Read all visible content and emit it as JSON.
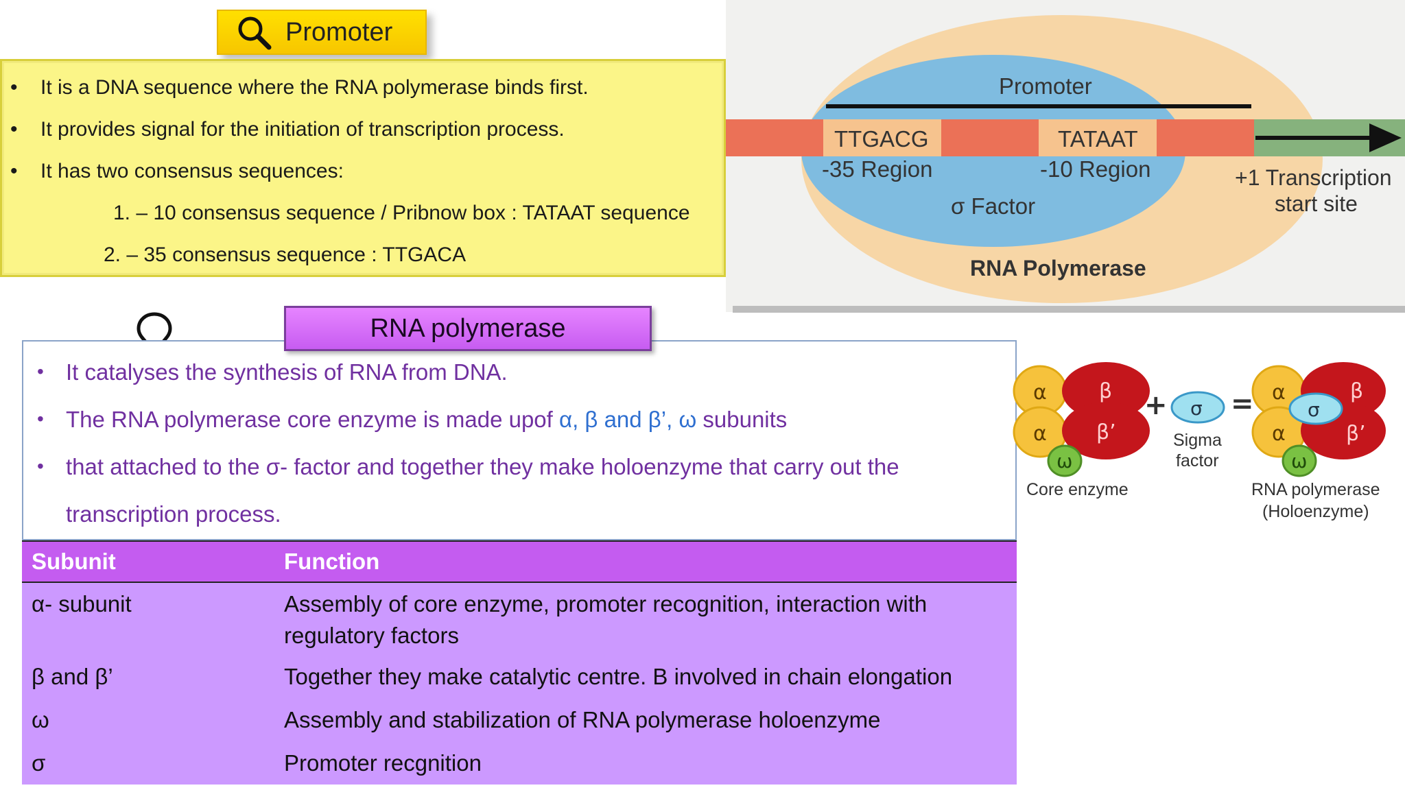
{
  "promoter_section": {
    "title": "Promoter",
    "icon": "magnifier-icon",
    "bullets": [
      "It is a DNA sequence where the RNA polymerase binds first.",
      "It provides signal for the initiation of transcription process.",
      "It has two consensus sequences:"
    ],
    "sub_items": [
      "1. – 10 consensus sequence / Pribnow box : TATAAT sequence",
      "2. – 35 consensus sequence : TTGACA"
    ]
  },
  "promoter_diagram": {
    "promoter_label": "Promoter",
    "seq_35": "TTGACG",
    "region_35": "-35 Region",
    "seq_10": "TATAAT",
    "region_10": "-10 Region",
    "sigma_factor": "σ Factor",
    "tss_line1": "+1 Transcription",
    "tss_line2": "start site",
    "rna_polymerase": "RNA Polymerase"
  },
  "rnap_section": {
    "title": "RNA polymerase",
    "icon": "lightbulb-icon",
    "bullet1": "It catalyses the synthesis of RNA from DNA.",
    "bullet2_prefix": "The RNA polymerase core enzyme is made upof ",
    "bullet2_highlight": "α, β and β’, ω",
    "bullet2_suffix": " subunits",
    "bullet3_line1": "that attached to the σ- factor and together they make holoenzyme that carry out the",
    "bullet3_line2": "transcription process."
  },
  "subunit_table": {
    "headers": [
      "Subunit",
      "Function"
    ],
    "rows": [
      {
        "subunit": "α- subunit",
        "function_line1": "Assembly of core enzyme, promoter recognition, interaction with",
        "function_line2": "regulatory factors"
      },
      {
        "subunit": "β and β’",
        "function_line1": "Together they make catalytic centre. B involved in chain elongation",
        "function_line2": ""
      },
      {
        "subunit": "ω",
        "function_line1": "Assembly and stabilization of RNA polymerase holoenzyme",
        "function_line2": ""
      },
      {
        "subunit": "σ",
        "function_line1": "Promoter recgnition",
        "function_line2": ""
      }
    ]
  },
  "holo_diagram": {
    "alpha": "α",
    "beta": "β",
    "beta_prime": "β’",
    "omega": "ω",
    "sigma": "σ",
    "plus": "+",
    "equals": "=",
    "core_label": "Core enzyme",
    "sigma_line1": "Sigma",
    "sigma_line2": "factor",
    "holo_line1": "RNA polymerase",
    "holo_line2": "(Holoenzyme)"
  },
  "colors": {
    "promoter_yellow": "#fbf588",
    "tag_yellow": "#ffe000",
    "tag_purple": "#c75cf1",
    "table_header": "#c45cf0",
    "table_body": "#cc99ff",
    "bullet_purple": "#7030a0",
    "bullet_blue": "#2f6fd0"
  }
}
